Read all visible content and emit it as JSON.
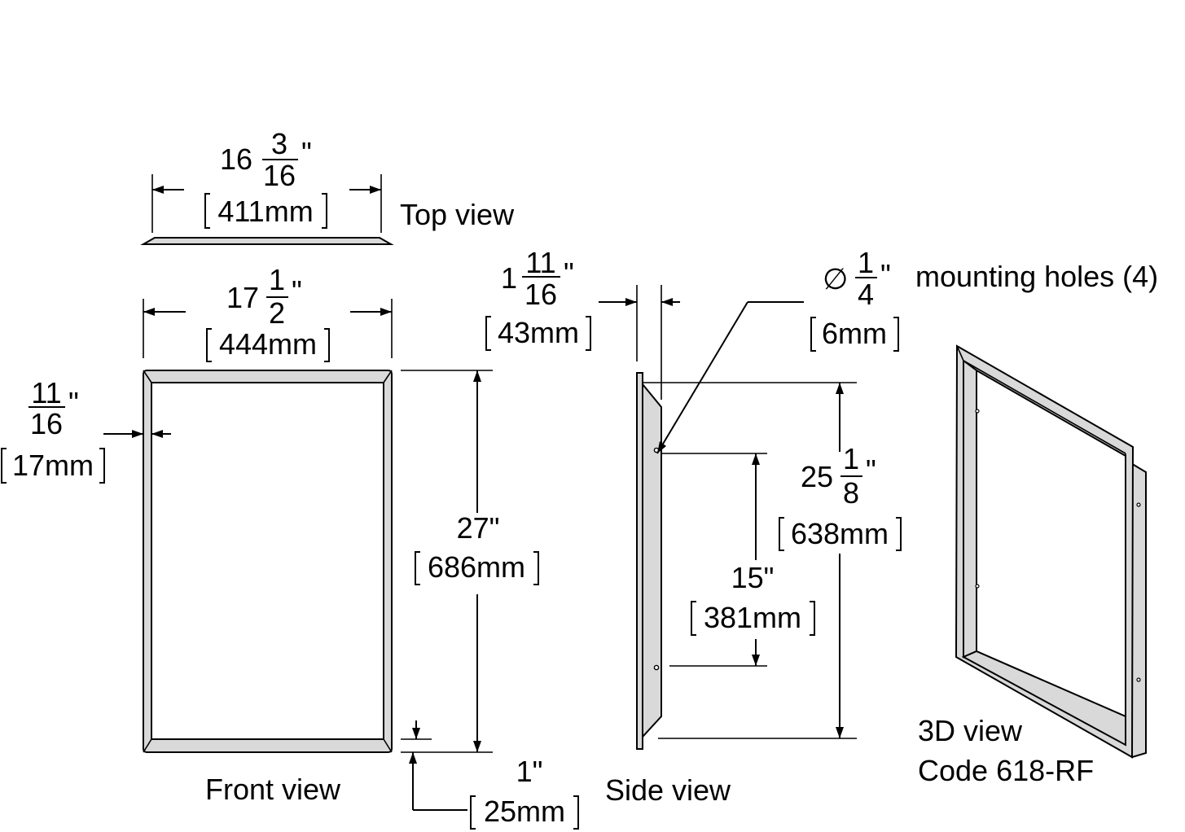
{
  "views": {
    "top": "Top view",
    "front": "Front view",
    "side": "Side view",
    "three_d": "3D view",
    "code": "Code 618-RF"
  },
  "dimensions": {
    "top_width": {
      "whole": "16",
      "num": "3",
      "den": "16",
      "unit": "\"",
      "mm": "411mm"
    },
    "front_width": {
      "whole": "17",
      "num": "1",
      "den": "2",
      "unit": "\"",
      "mm": "444mm"
    },
    "flange": {
      "num": "11",
      "den": "16",
      "unit": "\"",
      "mm": "17mm"
    },
    "height": {
      "value": "27\"",
      "mm": "686mm"
    },
    "bottom_offset": {
      "value": "1\"",
      "mm": "25mm"
    },
    "depth": {
      "whole": "1",
      "num": "11",
      "den": "16",
      "unit": "\"",
      "mm": "43mm"
    },
    "hole": {
      "symbol": "∅",
      "num": "1",
      "den": "4",
      "unit": "\"",
      "mm": "6mm",
      "note": "mounting holes  (4)"
    },
    "hole_spacing": {
      "value": "15\"",
      "mm": "381mm"
    },
    "inner_height": {
      "whole": "25",
      "num": "1",
      "den": "8",
      "unit": "\"",
      "mm": "638mm"
    }
  },
  "colors": {
    "metal": "#d9d9d9",
    "line": "#000000",
    "background": "#ffffff"
  }
}
